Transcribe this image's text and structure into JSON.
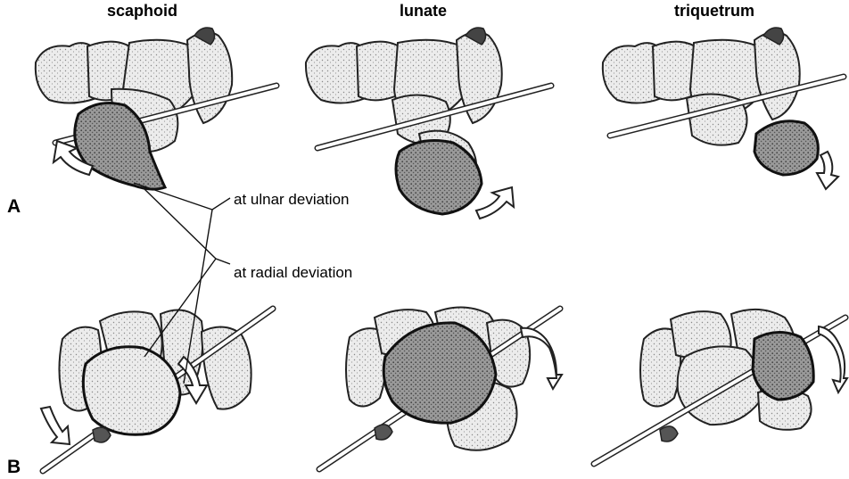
{
  "columns": [
    "scaphoid",
    "lunate",
    "triquetrum"
  ],
  "rows": [
    "A",
    "B"
  ],
  "callouts": {
    "ulnar": "at ulnar deviation",
    "radial": "at radial deviation"
  }
}
